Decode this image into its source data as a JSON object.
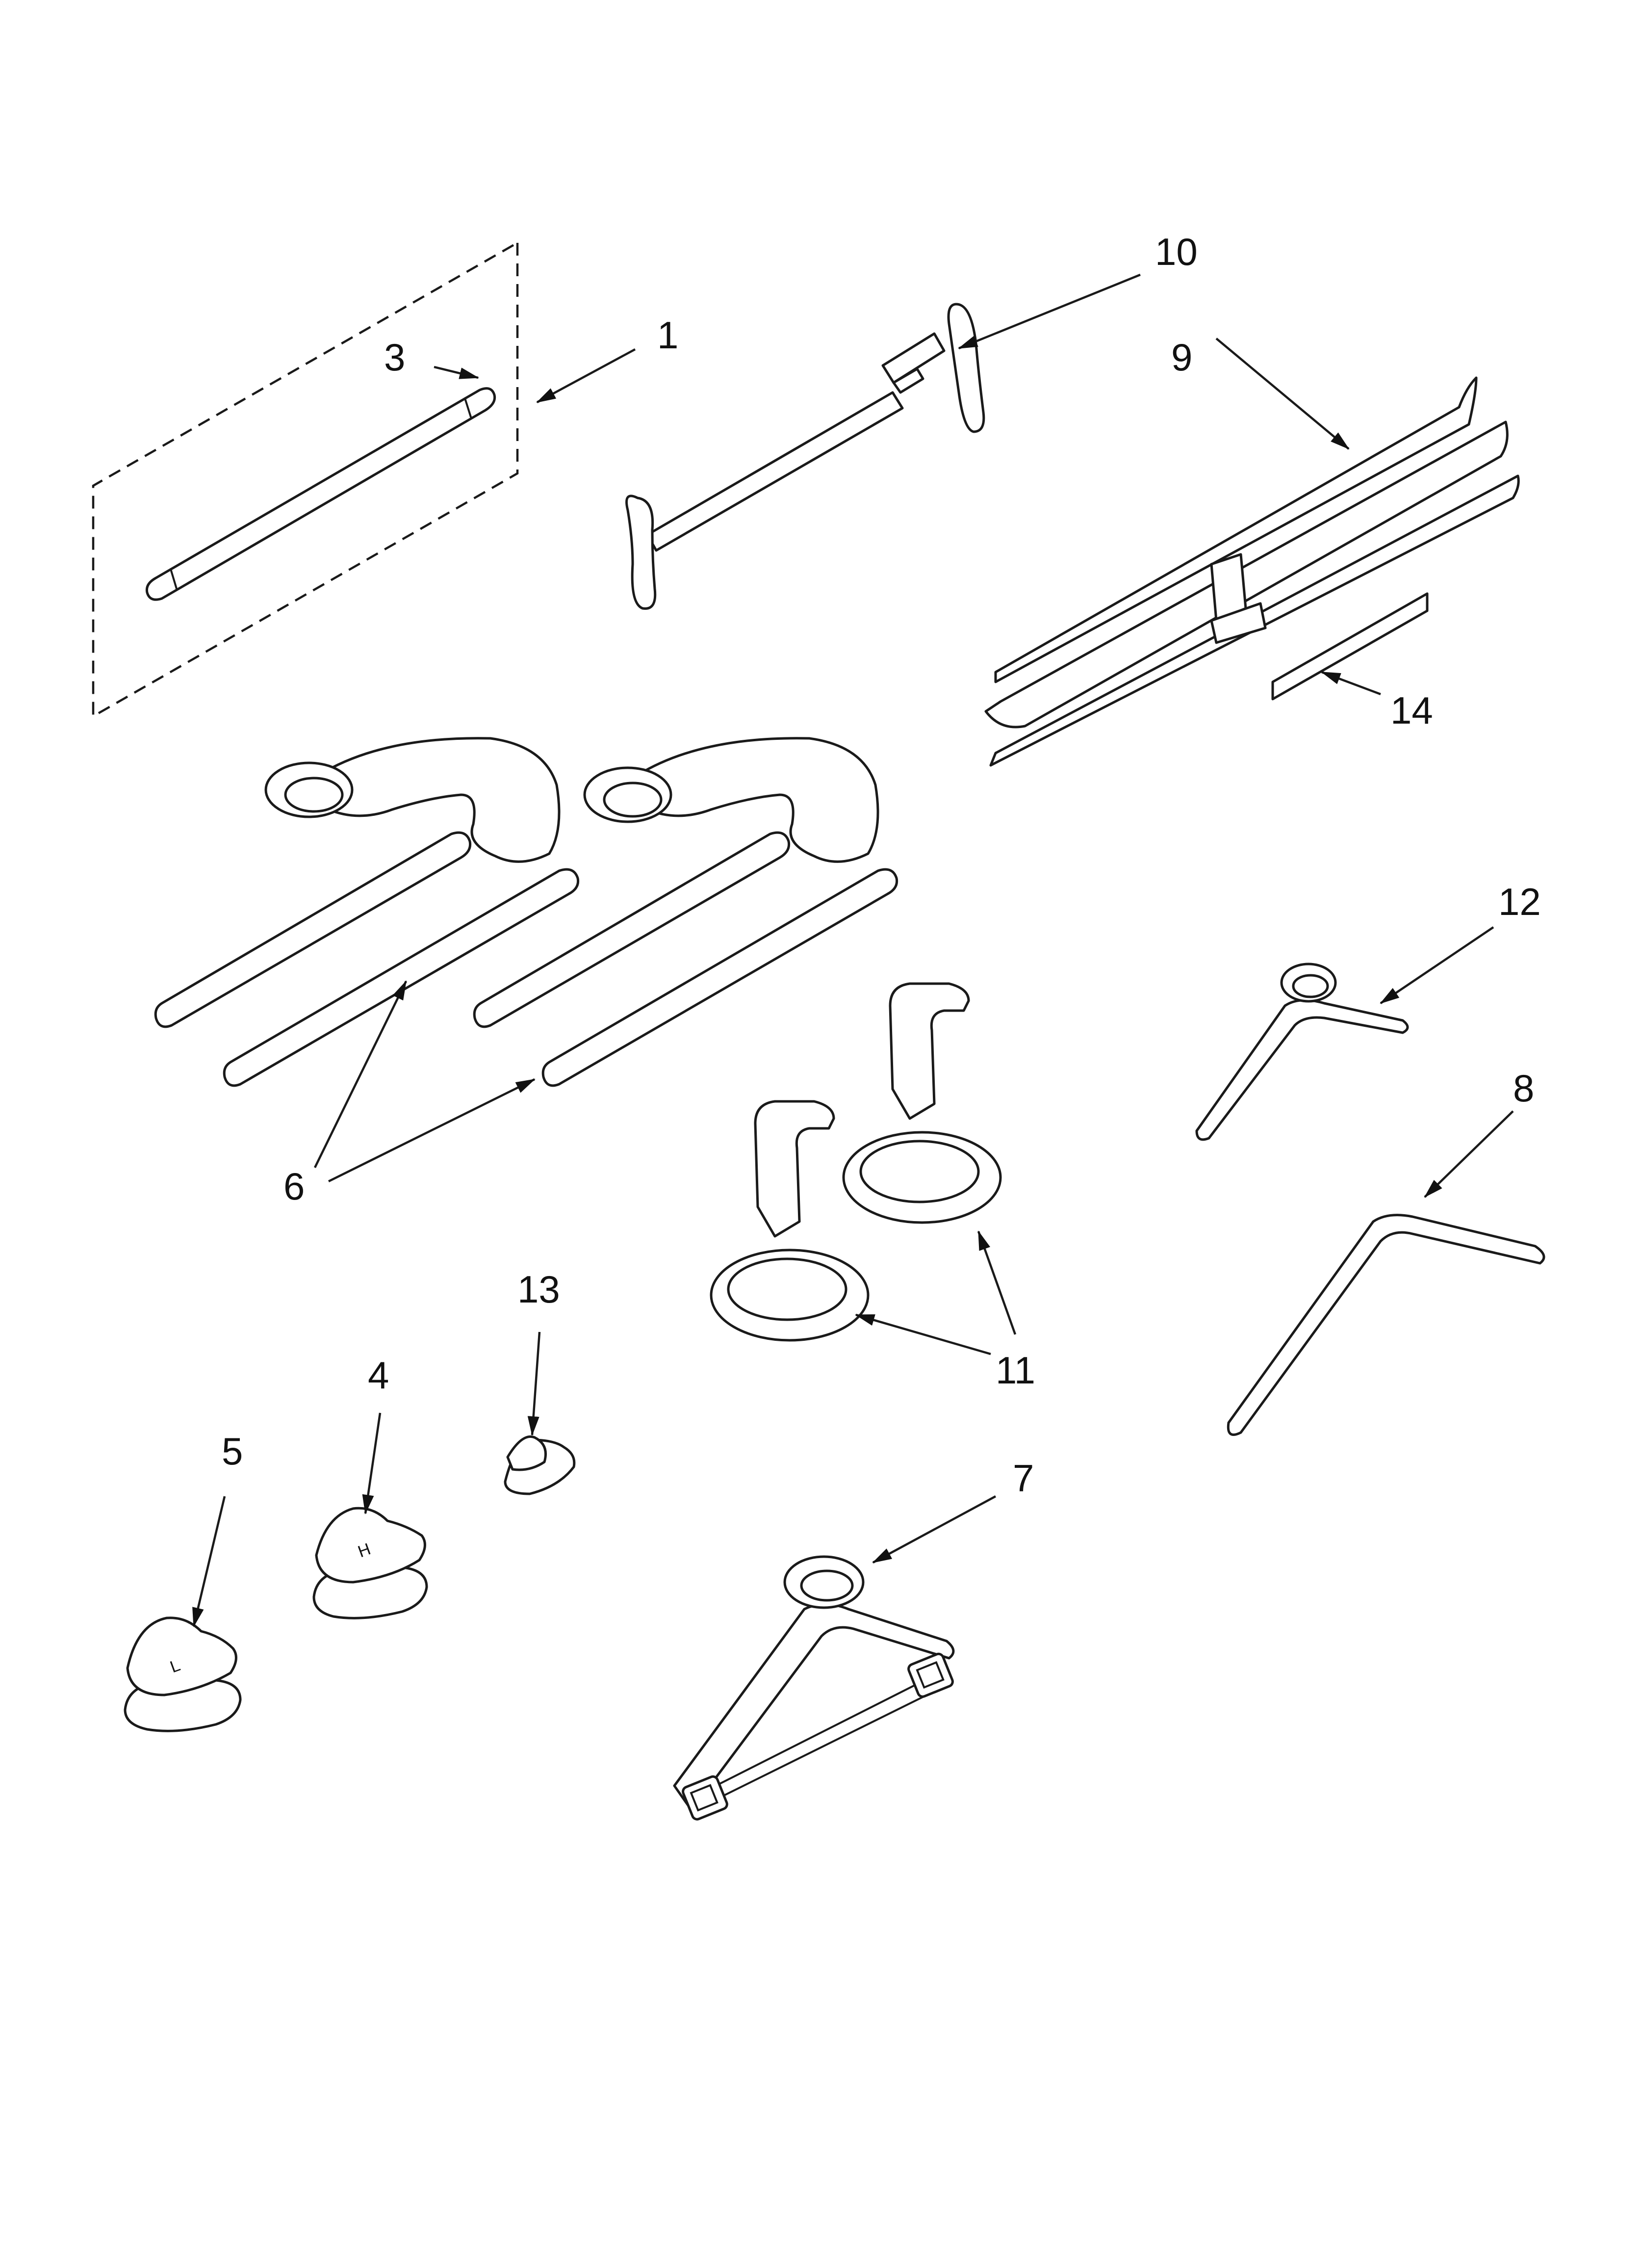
{
  "diagram": {
    "callouts": [
      {
        "id": "1",
        "label": "1"
      },
      {
        "id": "3",
        "label": "3"
      },
      {
        "id": "4",
        "label": "4"
      },
      {
        "id": "5",
        "label": "5"
      },
      {
        "id": "6",
        "label": "6"
      },
      {
        "id": "7",
        "label": "7"
      },
      {
        "id": "8",
        "label": "8"
      },
      {
        "id": "9",
        "label": "9"
      },
      {
        "id": "10",
        "label": "10"
      },
      {
        "id": "11",
        "label": "11"
      },
      {
        "id": "12",
        "label": "12"
      },
      {
        "id": "13",
        "label": "13"
      },
      {
        "id": "14",
        "label": "14"
      }
    ],
    "part_markings": {
      "part_4_letter": "H",
      "part_5_letter": "L"
    }
  }
}
